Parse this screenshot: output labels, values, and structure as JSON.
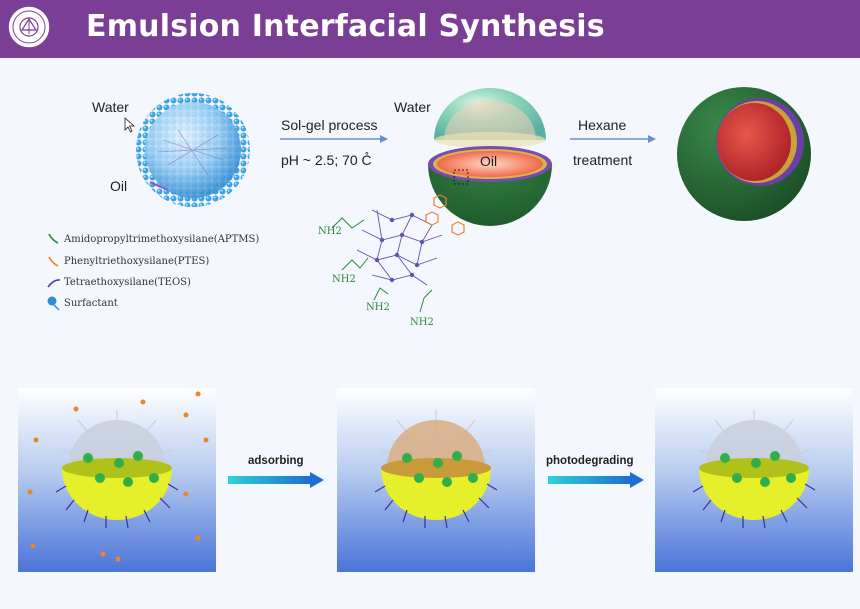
{
  "header": {
    "title": "Emulsion Interfacial Synthesis"
  },
  "top": {
    "water_label_1": "Water",
    "oil_label_1": "Oil",
    "solgel_label": "Sol-gel process",
    "conditions_label": "pH ~ 2.5;  70 C̊",
    "water_label_2": "Water",
    "oil_label_2": "Oil",
    "hexane_label": "Hexane",
    "treatment_label": "treatment"
  },
  "legend": [
    {
      "label": "Amidopropyltrimethoxysilane(APTMS)",
      "color": "#2e8b3c",
      "icon": "green-strand-icon"
    },
    {
      "label": "Phenyltriethoxysilane(PTES)",
      "color": "#e8862b",
      "icon": "orange-strand-icon"
    },
    {
      "label": "Tetraethoxysilane(TEOS)",
      "color": "#4b3fa0",
      "icon": "purple-strand-icon"
    },
    {
      "label": "Surfactant",
      "color": "#2f8fd0",
      "icon": "surfactant-icon"
    }
  ],
  "molecule": {
    "nh2": [
      "NH2",
      "NH2",
      "NH2",
      "NH2"
    ]
  },
  "bottom": {
    "arrow1_label": "adsorbing",
    "arrow2_label": "photodegrading"
  },
  "colors": {
    "banner": "#7a3f94",
    "shell_green": "#2f6e3a",
    "droplet_blue": "#4aa8e6",
    "arrow_cyan": "#2fd0d8",
    "arrow_blue": "#1f6fd0"
  }
}
